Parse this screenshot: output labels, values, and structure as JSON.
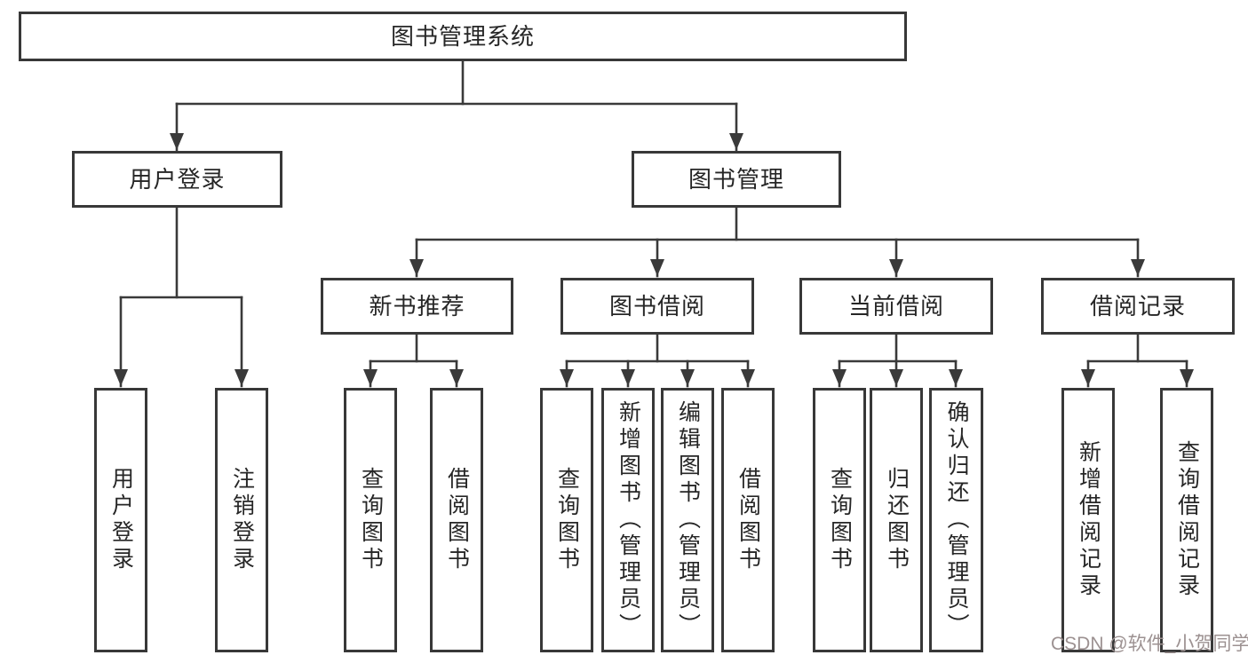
{
  "diagram": {
    "type": "tree",
    "tree": {
      "label": "图书管理系统",
      "children": [
        {
          "label": "用户登录",
          "children": [
            {
              "label": "用户登录"
            },
            {
              "label": "注销登录"
            }
          ]
        },
        {
          "label": "图书管理",
          "children": [
            {
              "label": "新书推荐",
              "children": [
                {
                  "label": "查询图书"
                },
                {
                  "label": "借阅图书"
                }
              ]
            },
            {
              "label": "图书借阅",
              "children": [
                {
                  "label": "查询图书"
                },
                {
                  "label": "新增图书（管理员）"
                },
                {
                  "label": "编辑图书（管理员）"
                },
                {
                  "label": "借阅图书"
                }
              ]
            },
            {
              "label": "当前借阅",
              "children": [
                {
                  "label": "查询图书"
                },
                {
                  "label": "归还图书"
                },
                {
                  "label": "确认归还（管理员）"
                }
              ]
            },
            {
              "label": "借阅记录",
              "children": [
                {
                  "label": "新增借阅记录"
                },
                {
                  "label": "查询借阅记录"
                }
              ]
            }
          ]
        }
      ]
    },
    "colors": {
      "line": "#3a3a3a",
      "box_border": "#383838",
      "text": "#262626",
      "background": "#ffffff",
      "watermark_text_color": "#9c9191"
    }
  },
  "watermark": {
    "text": "CSDN @软件_小贺同学"
  }
}
